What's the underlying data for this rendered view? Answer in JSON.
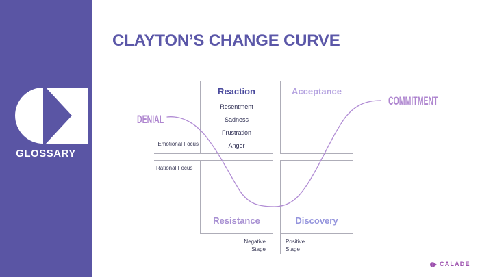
{
  "slide": {
    "title": "CLAYTON’S CHANGE CURVE",
    "title_color": "#5b57a8",
    "background": "#ffffff"
  },
  "sidebar": {
    "label": "GLOSSARY",
    "bg_color": "#5a55a4",
    "logo_icon": "half-circle-triangle-mark"
  },
  "matrix": {
    "border_color": "#aeadb8",
    "quadrants": [
      {
        "id": "reaction",
        "label": "Reaction",
        "color": "#4a4a9d",
        "items": [
          "Resentment",
          "Sadness",
          "Frustration",
          "Anger"
        ]
      },
      {
        "id": "acceptance",
        "label": "Acceptance",
        "color": "#b5a3e0",
        "items": []
      },
      {
        "id": "resistance",
        "label": "Resistance",
        "color": "#a78fd2",
        "items": []
      },
      {
        "id": "discovery",
        "label": "Discovery",
        "color": "#9595dd",
        "items": []
      }
    ],
    "axis_labels": {
      "emotional": "Emotional Focus",
      "rational": "Rational Focus",
      "negative": [
        "Negative",
        "Stage"
      ],
      "positive": [
        "Positive",
        "Stage"
      ]
    }
  },
  "curve": {
    "start_label": "DENIAL",
    "end_label": "COMMITMENT",
    "color": "#b18cd4"
  },
  "footer": {
    "brand": "CALADE",
    "brand_color": "#9d51ae",
    "brand_icon": "half-circle-triangle-mark"
  }
}
